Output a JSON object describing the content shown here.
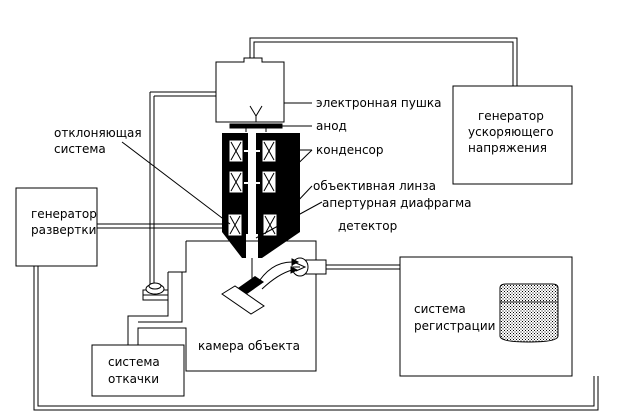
{
  "labels": {
    "electron_gun": "электронная пушка",
    "anode": "анод",
    "deflection_system": [
      "отклоняющая",
      "система"
    ],
    "condenser": "конденсор",
    "objective_lens": "объективная линза",
    "aperture_diaphragm": "апертурная диафрагма",
    "detector": "детектор",
    "scan_generator": [
      "генератор",
      "развертки"
    ],
    "accel_voltage_generator": [
      "генератор",
      "ускоряющего",
      "напряжения"
    ],
    "registration_system": [
      "система",
      "регистрации"
    ],
    "vacuum_system": [
      "система",
      "откачки"
    ],
    "sample_chamber": "камера объекта"
  }
}
